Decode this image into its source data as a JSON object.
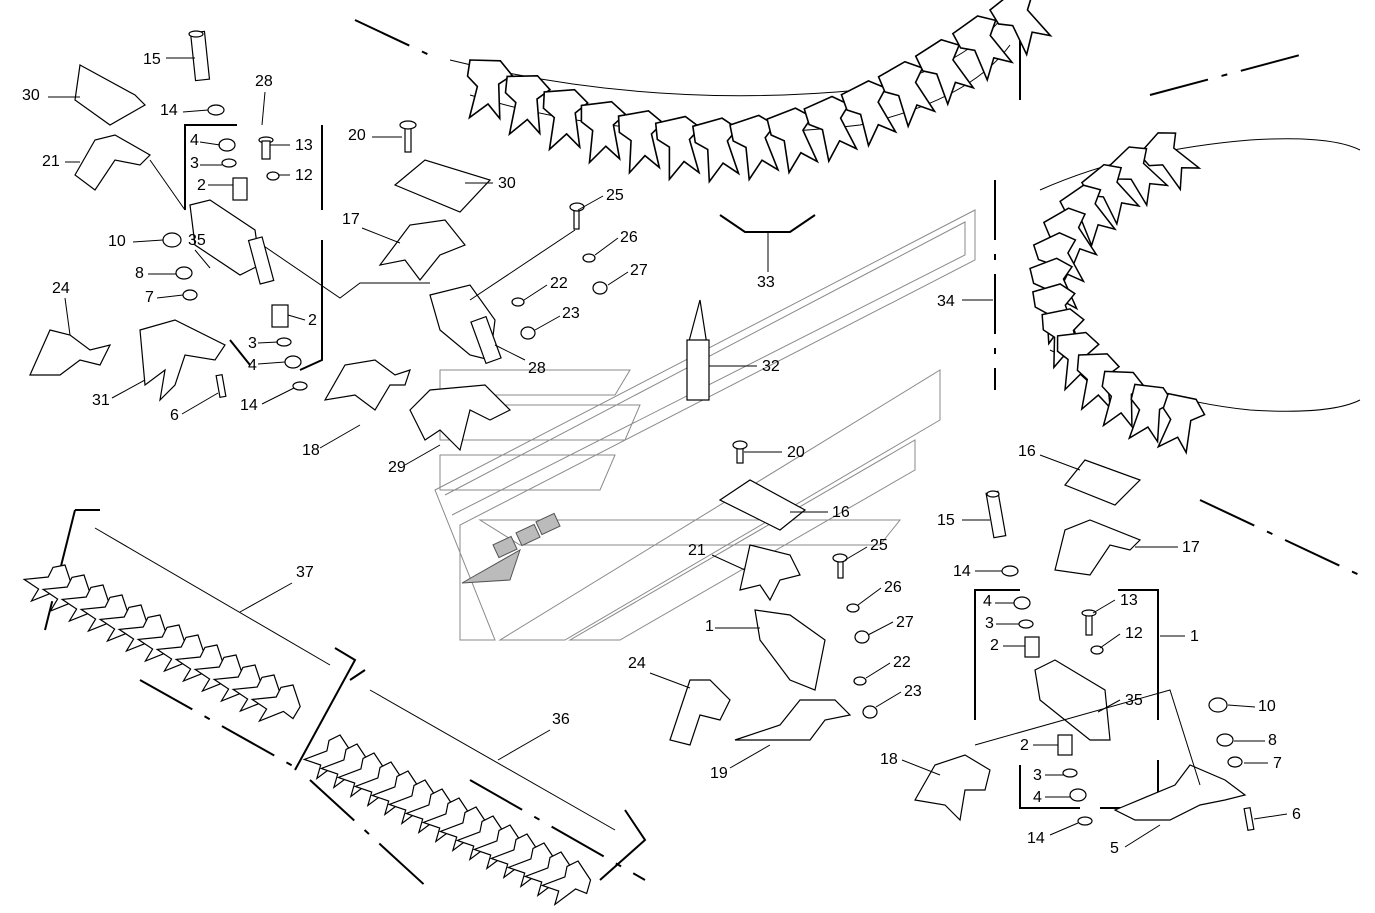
{
  "labels": [
    {
      "id": "l15a",
      "text": "15"
    },
    {
      "id": "l30a",
      "text": "30"
    },
    {
      "id": "l28a",
      "text": "28"
    },
    {
      "id": "l14a",
      "text": "14"
    },
    {
      "id": "l4a",
      "text": "4"
    },
    {
      "id": "l13a",
      "text": "13"
    },
    {
      "id": "l3a",
      "text": "3"
    },
    {
      "id": "l12a",
      "text": "12"
    },
    {
      "id": "l2a",
      "text": "2"
    },
    {
      "id": "l21a",
      "text": "21"
    },
    {
      "id": "l10a",
      "text": "10"
    },
    {
      "id": "l35a",
      "text": "35"
    },
    {
      "id": "l8a",
      "text": "8"
    },
    {
      "id": "l7a",
      "text": "7"
    },
    {
      "id": "l24a",
      "text": "24"
    },
    {
      "id": "l2b",
      "text": "2"
    },
    {
      "id": "l3b",
      "text": "3"
    },
    {
      "id": "l4b",
      "text": "4"
    },
    {
      "id": "l31a",
      "text": "31"
    },
    {
      "id": "l6a",
      "text": "6"
    },
    {
      "id": "l14b",
      "text": "14"
    },
    {
      "id": "l20a",
      "text": "20"
    },
    {
      "id": "l30b",
      "text": "30"
    },
    {
      "id": "l17a",
      "text": "17"
    },
    {
      "id": "l25a",
      "text": "25"
    },
    {
      "id": "l26a",
      "text": "26"
    },
    {
      "id": "l27a",
      "text": "27"
    },
    {
      "id": "l22a",
      "text": "22"
    },
    {
      "id": "l23a",
      "text": "23"
    },
    {
      "id": "l28b",
      "text": "28"
    },
    {
      "id": "l18a",
      "text": "18"
    },
    {
      "id": "l29a",
      "text": "29"
    },
    {
      "id": "l32a",
      "text": "32"
    },
    {
      "id": "l33a",
      "text": "33"
    },
    {
      "id": "l34a",
      "text": "34"
    },
    {
      "id": "l20b",
      "text": "20"
    },
    {
      "id": "l16a",
      "text": "16"
    },
    {
      "id": "l21b",
      "text": "21"
    },
    {
      "id": "l25b",
      "text": "25"
    },
    {
      "id": "l26b",
      "text": "26"
    },
    {
      "id": "l1a",
      "text": "1"
    },
    {
      "id": "l27b",
      "text": "27"
    },
    {
      "id": "l24b",
      "text": "24"
    },
    {
      "id": "l22b",
      "text": "22"
    },
    {
      "id": "l23b",
      "text": "23"
    },
    {
      "id": "l19a",
      "text": "19"
    },
    {
      "id": "l16b",
      "text": "16"
    },
    {
      "id": "l15b",
      "text": "15"
    },
    {
      "id": "l17b",
      "text": "17"
    },
    {
      "id": "l14c",
      "text": "14"
    },
    {
      "id": "l4c",
      "text": "4"
    },
    {
      "id": "l13b",
      "text": "13"
    },
    {
      "id": "l3c",
      "text": "3"
    },
    {
      "id": "l12b",
      "text": "12"
    },
    {
      "id": "l1b",
      "text": "1"
    },
    {
      "id": "l2c",
      "text": "2"
    },
    {
      "id": "l35b",
      "text": "35"
    },
    {
      "id": "l10b",
      "text": "10"
    },
    {
      "id": "l2d",
      "text": "2"
    },
    {
      "id": "l8b",
      "text": "8"
    },
    {
      "id": "l18b",
      "text": "18"
    },
    {
      "id": "l7b",
      "text": "7"
    },
    {
      "id": "l3d",
      "text": "3"
    },
    {
      "id": "l4d",
      "text": "4"
    },
    {
      "id": "l6b",
      "text": "6"
    },
    {
      "id": "l14d",
      "text": "14"
    },
    {
      "id": "l5a",
      "text": "5"
    },
    {
      "id": "l37a",
      "text": "37"
    },
    {
      "id": "l36a",
      "text": "36"
    }
  ]
}
